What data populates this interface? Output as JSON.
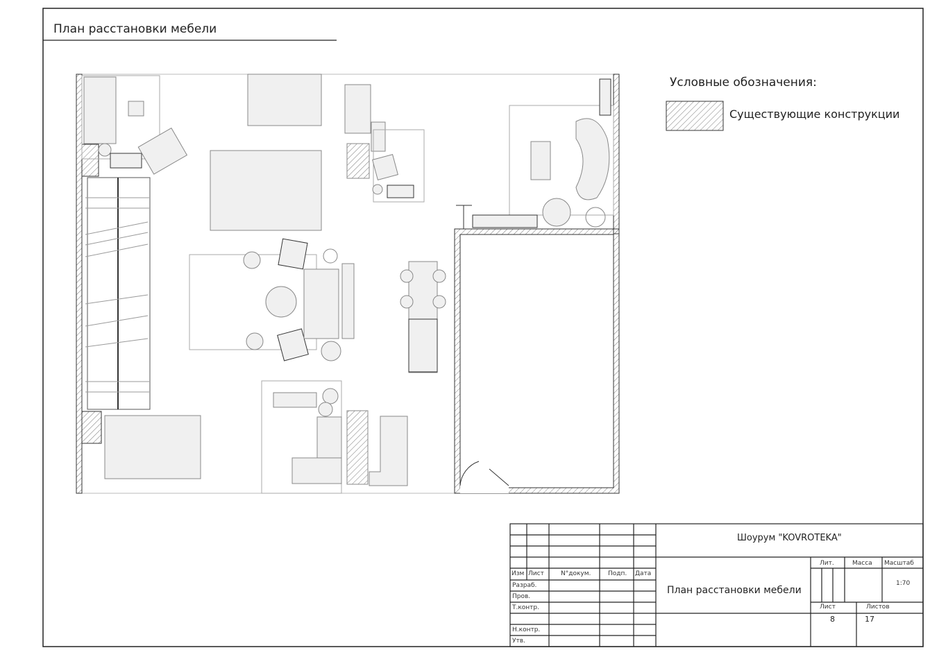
{
  "sheet": {
    "title": "План расстановки мебели"
  },
  "legend": {
    "heading": "Условные обозначения:",
    "items": [
      {
        "label": "Существующие конструкции",
        "pattern": "hatch"
      }
    ]
  },
  "title_block": {
    "project": "Шоурум \"KOVROTEKA\"",
    "drawing_name": "План расстановки мебели",
    "headers": {
      "izm": "Изм",
      "list": "Лист",
      "doc": "N°докум.",
      "sign": "Подп.",
      "date": "Дата"
    },
    "roles": [
      "Разраб.",
      "Пров.",
      "Т.контр.",
      "Н.контр.",
      "Утв."
    ],
    "lit_label": "Лит.",
    "mass_label": "Масса",
    "scale_label": "Масштаб",
    "scale": "1:70",
    "sheet_label": "Лист",
    "sheets_label": "Листов",
    "sheet": "8",
    "sheets": "17"
  },
  "colors": {
    "line": "#222222",
    "furniture_fill": "#f0f0f0",
    "furniture_stroke": "#888888"
  }
}
